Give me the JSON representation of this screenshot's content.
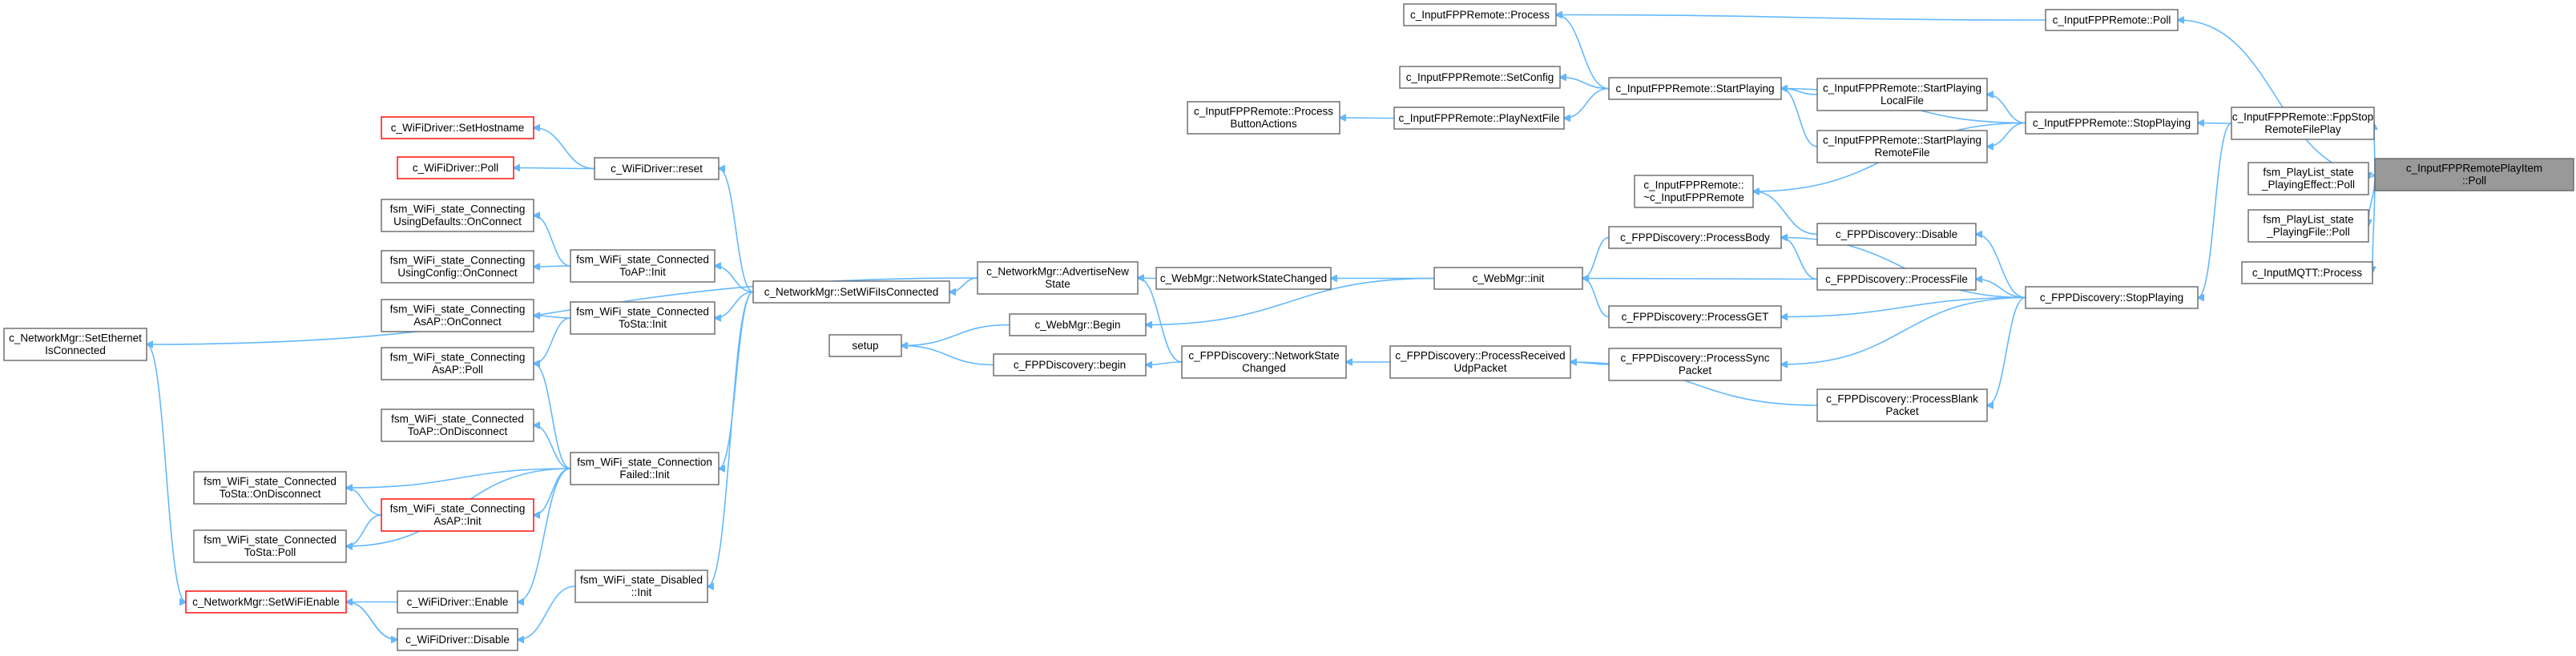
{
  "graph": {
    "colors": {
      "edge": "#63b8ff",
      "node_border": "#666666",
      "truncated_border": "#ff0000",
      "focus_fill": "#999999",
      "background": "#ffffff"
    },
    "nodes": [
      {
        "id": "poll_item",
        "lines": [
          "c_InputFPPRemotePlayItem",
          "::Poll"
        ],
        "style": "focus"
      },
      {
        "id": "remote_poll",
        "lines": [
          "c_InputFPPRemote::Poll"
        ],
        "style": "normal"
      },
      {
        "id": "fpp_stop_remote",
        "lines": [
          "c_InputFPPRemote::FppStop",
          "RemoteFilePlay"
        ],
        "style": "normal"
      },
      {
        "id": "pl_effect_poll",
        "lines": [
          "fsm_PlayList_state",
          "_PlayingEffect::Poll"
        ],
        "style": "normal"
      },
      {
        "id": "pl_file_poll",
        "lines": [
          "fsm_PlayList_state",
          "_PlayingFile::Poll"
        ],
        "style": "normal"
      },
      {
        "id": "mqtt_process",
        "lines": [
          "c_InputMQTT::Process"
        ],
        "style": "normal"
      },
      {
        "id": "remote_process",
        "lines": [
          "c_InputFPPRemote::Process"
        ],
        "style": "normal"
      },
      {
        "id": "remote_stop_playing",
        "lines": [
          "c_InputFPPRemote::StopPlaying"
        ],
        "style": "normal"
      },
      {
        "id": "disc_stop_playing",
        "lines": [
          "c_FPPDiscovery::StopPlaying"
        ],
        "style": "normal"
      },
      {
        "id": "remote_start_playing",
        "lines": [
          "c_InputFPPRemote::StartPlaying"
        ],
        "style": "normal"
      },
      {
        "id": "remote_start_local",
        "lines": [
          "c_InputFPPRemote::StartPlaying",
          "LocalFile"
        ],
        "style": "normal"
      },
      {
        "id": "remote_start_remote",
        "lines": [
          "c_InputFPPRemote::StartPlaying",
          "RemoteFile"
        ],
        "style": "normal"
      },
      {
        "id": "remote_destructor",
        "lines": [
          "c_InputFPPRemote::",
          "~c_InputFPPRemote"
        ],
        "style": "normal"
      },
      {
        "id": "remote_setconfig",
        "lines": [
          "c_InputFPPRemote::SetConfig"
        ],
        "style": "normal"
      },
      {
        "id": "remote_playnext",
        "lines": [
          "c_InputFPPRemote::PlayNextFile"
        ],
        "style": "normal"
      },
      {
        "id": "remote_process_btn",
        "lines": [
          "c_InputFPPRemote::Process",
          "ButtonActions"
        ],
        "style": "normal"
      },
      {
        "id": "disc_disable",
        "lines": [
          "c_FPPDiscovery::Disable"
        ],
        "style": "normal"
      },
      {
        "id": "disc_process_body",
        "lines": [
          "c_FPPDiscovery::ProcessBody"
        ],
        "style": "normal"
      },
      {
        "id": "disc_process_file",
        "lines": [
          "c_FPPDiscovery::ProcessFile"
        ],
        "style": "normal"
      },
      {
        "id": "disc_process_get",
        "lines": [
          "c_FPPDiscovery::ProcessGET"
        ],
        "style": "normal"
      },
      {
        "id": "disc_process_sync",
        "lines": [
          "c_FPPDiscovery::ProcessSync",
          "Packet"
        ],
        "style": "normal"
      },
      {
        "id": "disc_process_blank",
        "lines": [
          "c_FPPDiscovery::ProcessBlank",
          "Packet"
        ],
        "style": "normal"
      },
      {
        "id": "web_init",
        "lines": [
          "c_WebMgr::init"
        ],
        "style": "normal"
      },
      {
        "id": "disc_process_udp",
        "lines": [
          "c_FPPDiscovery::ProcessReceived",
          "UdpPacket"
        ],
        "style": "normal"
      },
      {
        "id": "web_netstate",
        "lines": [
          "c_WebMgr::NetworkStateChanged"
        ],
        "style": "normal"
      },
      {
        "id": "web_begin",
        "lines": [
          "c_WebMgr::Begin"
        ],
        "style": "normal"
      },
      {
        "id": "disc_netstate",
        "lines": [
          "c_FPPDiscovery::NetworkState",
          "Changed"
        ],
        "style": "normal"
      },
      {
        "id": "net_advertise",
        "lines": [
          "c_NetworkMgr::AdvertiseNew",
          "State"
        ],
        "style": "normal"
      },
      {
        "id": "disc_begin",
        "lines": [
          "c_FPPDiscovery::begin"
        ],
        "style": "normal"
      },
      {
        "id": "setup",
        "lines": [
          "setup"
        ],
        "style": "normal"
      },
      {
        "id": "net_setwifi_connected",
        "lines": [
          "c_NetworkMgr::SetWiFiIsConnected"
        ],
        "style": "normal"
      },
      {
        "id": "wifi_reset",
        "lines": [
          "c_WiFiDriver::reset"
        ],
        "style": "normal"
      },
      {
        "id": "wifi_sethostname",
        "lines": [
          "c_WiFiDriver::SetHostname"
        ],
        "style": "trunc"
      },
      {
        "id": "wifi_poll",
        "lines": [
          "c_WiFiDriver::Poll"
        ],
        "style": "trunc"
      },
      {
        "id": "st_conn_toap_init",
        "lines": [
          "fsm_WiFi_state_Connected",
          "ToAP::Init"
        ],
        "style": "normal"
      },
      {
        "id": "st_conn_tosta_init",
        "lines": [
          "fsm_WiFi_state_Connected",
          "ToSta::Init"
        ],
        "style": "normal"
      },
      {
        "id": "st_connfail_init",
        "lines": [
          "fsm_WiFi_state_Connection",
          "Failed::Init"
        ],
        "style": "normal"
      },
      {
        "id": "st_disabled_init",
        "lines": [
          "fsm_WiFi_state_Disabled",
          "::Init"
        ],
        "style": "normal"
      },
      {
        "id": "st_cing_defaults",
        "lines": [
          "fsm_WiFi_state_Connecting",
          "UsingDefaults::OnConnect"
        ],
        "style": "normal"
      },
      {
        "id": "st_cing_config",
        "lines": [
          "fsm_WiFi_state_Connecting",
          "UsingConfig::OnConnect"
        ],
        "style": "normal"
      },
      {
        "id": "st_cing_asap_onconnect",
        "lines": [
          "fsm_WiFi_state_Connecting",
          "AsAP::OnConnect"
        ],
        "style": "normal"
      },
      {
        "id": "st_cing_asap_poll",
        "lines": [
          "fsm_WiFi_state_Connecting",
          "AsAP::Poll"
        ],
        "style": "normal"
      },
      {
        "id": "st_conn_toap_ondisc",
        "lines": [
          "fsm_WiFi_state_Connected",
          "ToAP::OnDisconnect"
        ],
        "style": "normal"
      },
      {
        "id": "st_cing_asap_init",
        "lines": [
          "fsm_WiFi_state_Connecting",
          "AsAP::Init"
        ],
        "style": "trunc"
      },
      {
        "id": "st_conn_tosta_ondisc",
        "lines": [
          "fsm_WiFi_state_Connected",
          "ToSta::OnDisconnect"
        ],
        "style": "normal"
      },
      {
        "id": "st_conn_tosta_poll",
        "lines": [
          "fsm_WiFi_state_Connected",
          "ToSta::Poll"
        ],
        "style": "normal"
      },
      {
        "id": "wifi_enable",
        "lines": [
          "c_WiFiDriver::Enable"
        ],
        "style": "normal"
      },
      {
        "id": "wifi_disable",
        "lines": [
          "c_WiFiDriver::Disable"
        ],
        "style": "normal"
      },
      {
        "id": "net_setwifienable",
        "lines": [
          "c_NetworkMgr::SetWiFiEnable"
        ],
        "style": "trunc"
      },
      {
        "id": "net_setethernet",
        "lines": [
          "c_NetworkMgr::SetEthernet",
          "IsConnected"
        ],
        "style": "normal"
      }
    ],
    "edges": [
      [
        "remote_poll",
        "poll_item"
      ],
      [
        "fpp_stop_remote",
        "poll_item"
      ],
      [
        "pl_effect_poll",
        "poll_item"
      ],
      [
        "pl_file_poll",
        "poll_item"
      ],
      [
        "mqtt_process",
        "poll_item"
      ],
      [
        "remote_process",
        "remote_poll"
      ],
      [
        "remote_stop_playing",
        "fpp_stop_remote"
      ],
      [
        "disc_stop_playing",
        "fpp_stop_remote"
      ],
      [
        "remote_start_playing",
        "remote_stop_playing"
      ],
      [
        "remote_start_local",
        "remote_stop_playing"
      ],
      [
        "remote_start_remote",
        "remote_stop_playing"
      ],
      [
        "remote_destructor",
        "remote_stop_playing"
      ],
      [
        "remote_process",
        "remote_start_playing"
      ],
      [
        "remote_setconfig",
        "remote_start_playing"
      ],
      [
        "remote_playnext",
        "remote_start_playing"
      ],
      [
        "remote_start_playing",
        "remote_start_local"
      ],
      [
        "remote_start_playing",
        "remote_start_remote"
      ],
      [
        "remote_process_btn",
        "remote_playnext"
      ],
      [
        "disc_disable",
        "disc_stop_playing"
      ],
      [
        "disc_process_body",
        "disc_stop_playing"
      ],
      [
        "disc_process_file",
        "disc_stop_playing"
      ],
      [
        "disc_process_get",
        "disc_stop_playing"
      ],
      [
        "disc_process_sync",
        "disc_stop_playing"
      ],
      [
        "disc_process_blank",
        "disc_stop_playing"
      ],
      [
        "remote_destructor",
        "disc_disable"
      ],
      [
        "web_init",
        "disc_process_body"
      ],
      [
        "disc_process_body",
        "disc_process_file"
      ],
      [
        "web_init",
        "disc_process_file"
      ],
      [
        "web_init",
        "disc_process_get"
      ],
      [
        "disc_process_udp",
        "disc_process_sync"
      ],
      [
        "disc_process_udp",
        "disc_process_blank"
      ],
      [
        "web_netstate",
        "web_init"
      ],
      [
        "web_begin",
        "web_init"
      ],
      [
        "disc_netstate",
        "disc_process_udp"
      ],
      [
        "net_advertise",
        "web_netstate"
      ],
      [
        "net_advertise",
        "disc_netstate"
      ],
      [
        "disc_begin",
        "disc_netstate"
      ],
      [
        "setup",
        "web_begin"
      ],
      [
        "setup",
        "disc_begin"
      ],
      [
        "net_setwifi_connected",
        "net_advertise"
      ],
      [
        "net_setethernet",
        "net_advertise"
      ],
      [
        "wifi_reset",
        "net_setwifi_connected"
      ],
      [
        "st_conn_toap_init",
        "net_setwifi_connected"
      ],
      [
        "st_conn_tosta_init",
        "net_setwifi_connected"
      ],
      [
        "st_connfail_init",
        "net_setwifi_connected"
      ],
      [
        "st_disabled_init",
        "net_setwifi_connected"
      ],
      [
        "wifi_sethostname",
        "wifi_reset"
      ],
      [
        "wifi_poll",
        "wifi_reset"
      ],
      [
        "st_cing_defaults",
        "st_conn_toap_init"
      ],
      [
        "st_cing_config",
        "st_conn_toap_init"
      ],
      [
        "st_cing_asap_onconnect",
        "st_conn_tosta_init"
      ],
      [
        "st_cing_asap_poll",
        "st_conn_tosta_init"
      ],
      [
        "st_cing_asap_poll",
        "st_connfail_init"
      ],
      [
        "st_conn_toap_ondisc",
        "st_connfail_init"
      ],
      [
        "st_cing_asap_init",
        "st_connfail_init"
      ],
      [
        "st_conn_tosta_ondisc",
        "st_connfail_init"
      ],
      [
        "st_conn_tosta_poll",
        "st_connfail_init"
      ],
      [
        "wifi_enable",
        "st_connfail_init"
      ],
      [
        "st_conn_tosta_ondisc",
        "st_cing_asap_init"
      ],
      [
        "st_conn_tosta_poll",
        "st_cing_asap_init"
      ],
      [
        "net_setwifienable",
        "wifi_enable"
      ],
      [
        "net_setwifienable",
        "wifi_disable"
      ],
      [
        "wifi_disable",
        "net_setwifienable"
      ],
      [
        "wifi_disable",
        "st_disabled_init"
      ],
      [
        "net_setwifienable",
        "net_setethernet"
      ]
    ]
  }
}
